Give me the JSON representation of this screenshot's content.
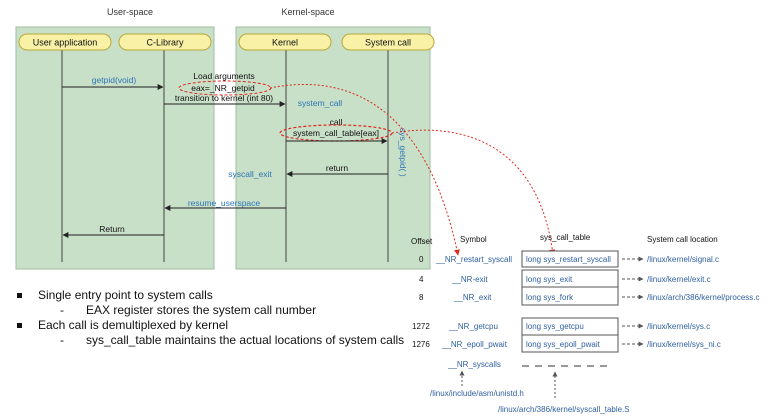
{
  "diagram": {
    "headers": {
      "user_space": "User-space",
      "kernel_space": "Kernel-space"
    },
    "lanes": {
      "user_application": "User application",
      "c_library": "C-Library",
      "kernel": "Kernel",
      "system_call": "System call"
    },
    "flow": {
      "getpid": "getpid(void)",
      "load_args": "Load arguments",
      "eax": "eax=_NR_getpid",
      "transition": "transition to kernel (int 80)",
      "system_call": "system_call",
      "call": "call",
      "table_call": "system_call_table[eax]",
      "sys_getpid": "sys_getpid( )",
      "return_label": "return",
      "syscall_exit": "syscall_exit",
      "resume_userspace": "resume_userspace",
      "final_return": "Return"
    },
    "colors": {
      "lane_fill": "#c8dfc8",
      "header_fill": "#f8f1a6",
      "header_border": "#b8a83a",
      "user_arrow_label": "#2e75b6",
      "callout": "#e0281e"
    },
    "table": {
      "headers": {
        "offset": "Offset",
        "symbol": "Symbol",
        "sys_call_table": "sys_call_table",
        "location": "System call location"
      },
      "rows": [
        {
          "offset": "0",
          "symbol": "__NR_restart_syscall",
          "entry": "long sys_restart_syscall",
          "location": "/linux/kernel/signal.c"
        },
        {
          "offset": "4",
          "symbol": "__NR-exit",
          "entry": "long sys_exit",
          "location": "/linux/kernel/exit.c"
        },
        {
          "offset": "8",
          "symbol": "__NR_exit",
          "entry": "long sys_fork",
          "location": "/linux/arch/386/kernel/process.c"
        },
        {
          "offset": "1272",
          "symbol": "__NR_getcpu",
          "entry": "long sys_getcpu",
          "location": "/linux/kernel/sys.c"
        },
        {
          "offset": "1276",
          "symbol": "__NR_epoll_pwait",
          "entry": "long sys_epoll_pwait",
          "location": "/linux/kernel/sys_ni.c"
        }
      ],
      "nr_syscalls": "__NR_syscalls",
      "unistd_path": "/linux/include/asm/unistd.h",
      "syscall_table_path": "/linux/arch/386/kernel/syscall_table.S"
    }
  },
  "bullets": [
    {
      "text": "Single entry point to system calls",
      "sub": [
        "EAX register stores the system call number"
      ]
    },
    {
      "text": "Each call is demultiplexed by kernel",
      "sub": [
        "sys_call_table maintains the actual locations of system calls"
      ]
    }
  ]
}
